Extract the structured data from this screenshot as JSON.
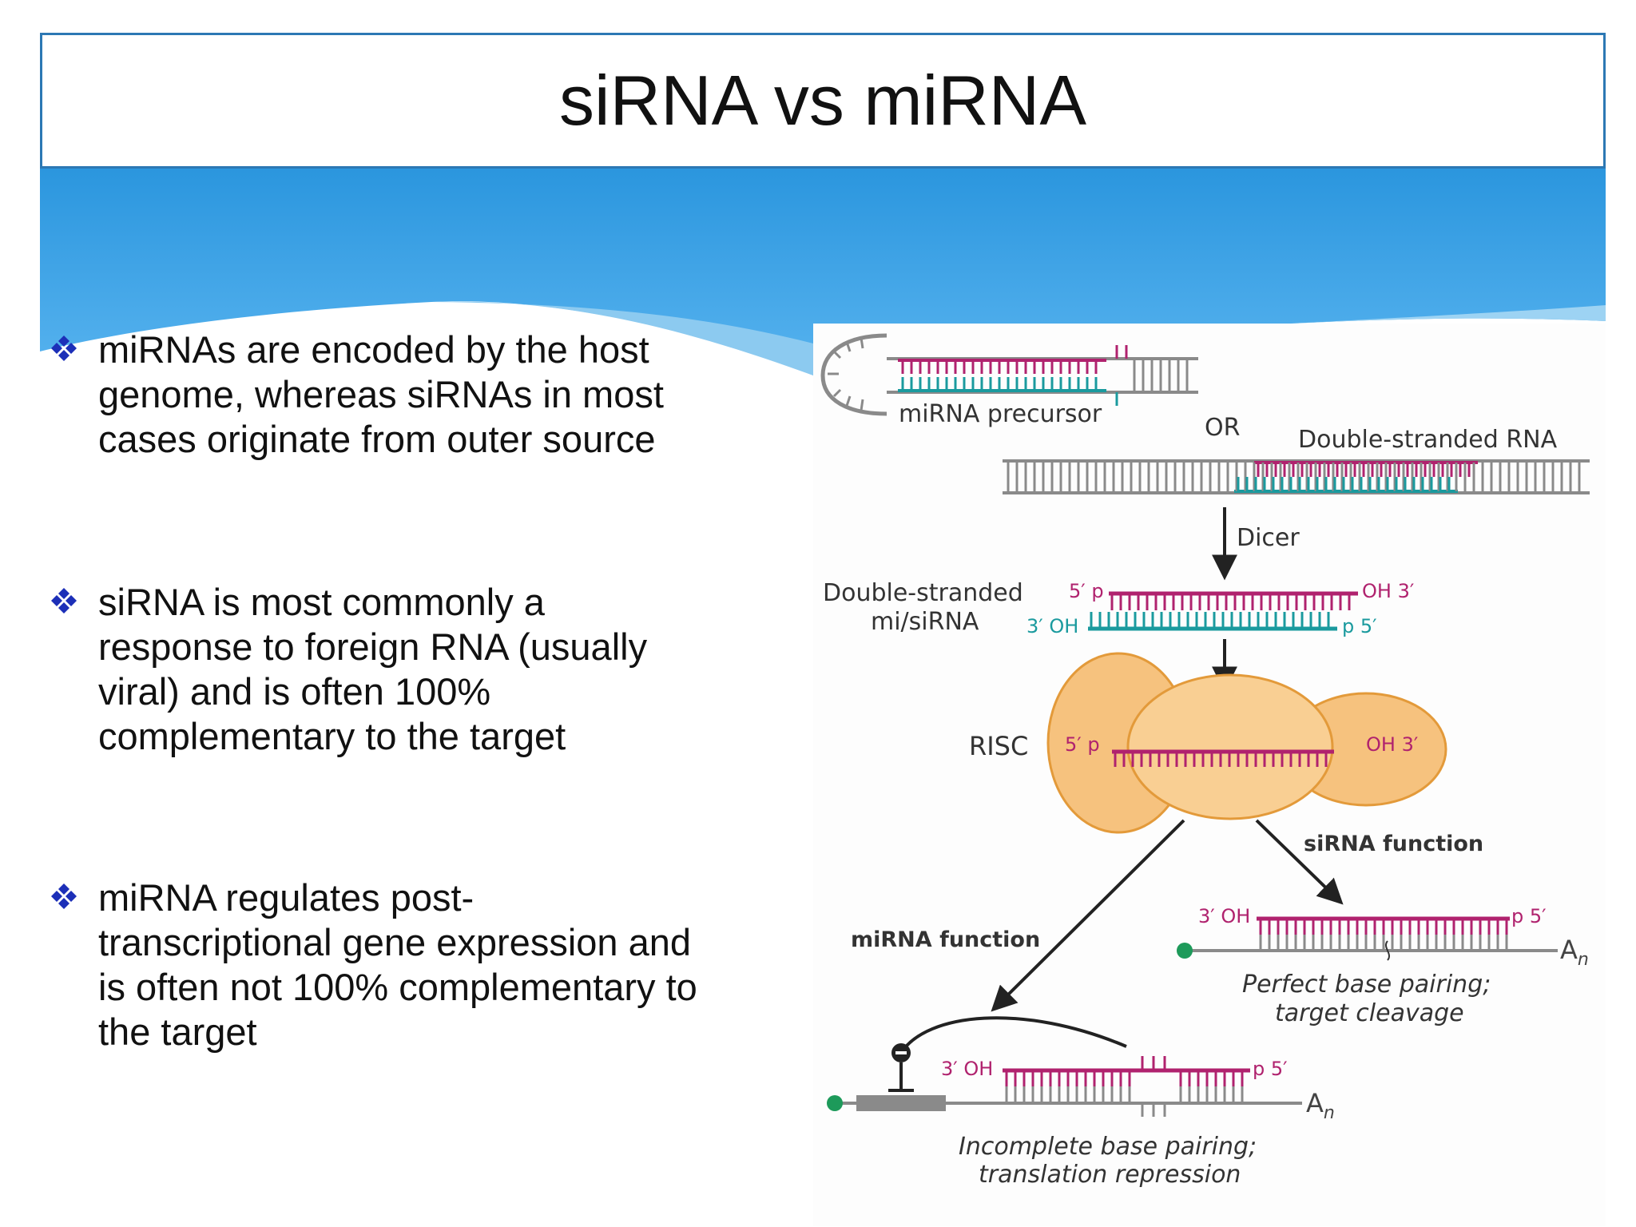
{
  "slide": {
    "title": "siRNA vs miRNA",
    "colors": {
      "accent": "#2c78b4",
      "wave_dark": "#2b96de",
      "wave_light": "#8ccaf0",
      "bullet": "#1c2fb8"
    }
  },
  "bullets": [
    {
      "text": "miRNAs are encoded by the host\ngenome, whereas siRNAs in most\ncases originate from outer source",
      "icon": "four-diamond-bullet-icon"
    },
    {
      "text": "siRNA is most commonly a\nresponse to foreign RNA (usually\nviral) and is often 100%\ncomplementary to the target",
      "icon": "four-diamond-bullet-icon"
    },
    {
      "text": "miRNA regulates post-\ntranscriptional gene expression and\nis often not 100% complementary to\nthe target",
      "icon": "four-diamond-bullet-icon"
    }
  ],
  "diagram": {
    "precursor_label": "miRNA precursor",
    "or_label": "OR",
    "dsrna_label": "Double-stranded RNA",
    "dicer_label": "Dicer",
    "ds_mi_label_1": "Double-stranded",
    "ds_mi_label_2": "mi/siRNA",
    "end_5p": "5′ p",
    "end_oh3": "OH 3′",
    "end_3oh": "3′ OH",
    "end_p5": "p 5′",
    "risc_label": "RISC",
    "risc_5p": "5′ p",
    "risc_oh3": "OH 3′",
    "sirna_function": "siRNA function",
    "mirna_function": "miRNA function",
    "si_3oh": "3′ OH",
    "si_p5": "p 5′",
    "si_an": "A",
    "si_an_sub": "n",
    "si_caption_1": "Perfect base pairing;",
    "si_caption_2": "target cleavage",
    "mi_3oh": "3′ OH",
    "mi_p5": "p 5′",
    "mi_an": "A",
    "mi_an_sub": "n",
    "mi_caption_1": "Incomplete base pairing;",
    "mi_caption_2": "translation repression",
    "colors": {
      "magenta": "#b0226e",
      "teal": "#1a9a9e",
      "gray": "#8a8a8a",
      "risc_fill": "#f6c27e",
      "risc_stroke": "#e39a3a",
      "green": "#1d9a5a"
    }
  }
}
